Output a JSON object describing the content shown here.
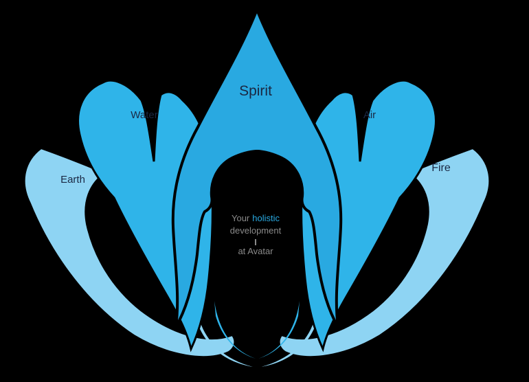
{
  "figure": {
    "description": "Lotus diagram with five element petals"
  },
  "colors": {
    "background": "#000000",
    "spirit": "#29a9e1",
    "water": "#2fb4e9",
    "air": "#2fb4e9",
    "earth": "#8ed4f3",
    "fire": "#8ed4f3",
    "swirl_light": "#8ed4f3",
    "swirl_medium": "#2fb4e9",
    "label": "#1a2742",
    "center_text": "#8a8a8a",
    "accent": "#29a9e1"
  },
  "petals": [
    {
      "label": "Spirit"
    },
    {
      "label": "Water"
    },
    {
      "label": "Air"
    },
    {
      "label": "Earth"
    },
    {
      "label": "Fire"
    }
  ],
  "center": {
    "prefix": "Your",
    "highlight": "holistic",
    "line2": "development",
    "line3": "at Avatar"
  }
}
